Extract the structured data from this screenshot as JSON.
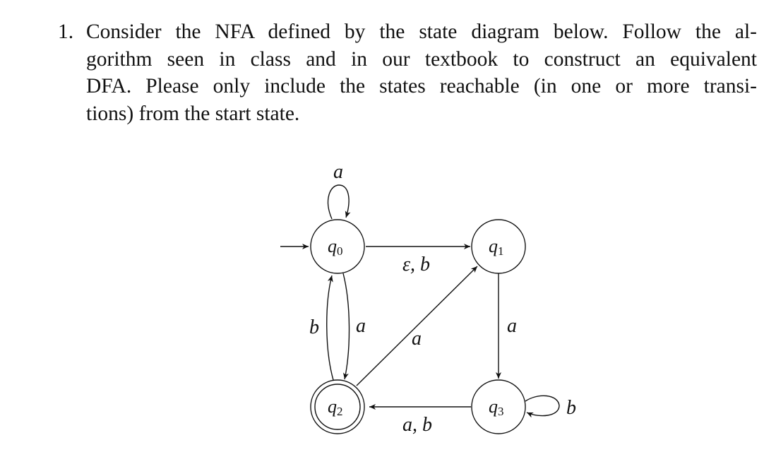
{
  "problem": {
    "number": "1.",
    "lines": [
      "Consider the NFA defined by the state diagram below. Follow the al-",
      "gorithm seen in class and in our textbook to construct an equivalent",
      "DFA. Please only include the states reachable (in one or more transi-",
      "tions) from the start state."
    ]
  },
  "diagram": {
    "states": [
      {
        "id": "q0",
        "base": "q",
        "sub": "0",
        "start": true,
        "accepting": false
      },
      {
        "id": "q1",
        "base": "q",
        "sub": "1",
        "start": false,
        "accepting": false
      },
      {
        "id": "q2",
        "base": "q",
        "sub": "2",
        "start": false,
        "accepting": true
      },
      {
        "id": "q3",
        "base": "q",
        "sub": "3",
        "start": false,
        "accepting": false
      }
    ],
    "transitions": [
      {
        "from": "q0",
        "to": "q0",
        "label": "a"
      },
      {
        "from": "q0",
        "to": "q1",
        "label": "ε, b"
      },
      {
        "from": "q0",
        "to": "q2",
        "label": "a"
      },
      {
        "from": "q2",
        "to": "q0",
        "label": "b"
      },
      {
        "from": "q2",
        "to": "q1",
        "label": "a"
      },
      {
        "from": "q1",
        "to": "q3",
        "label": "a"
      },
      {
        "from": "q3",
        "to": "q2",
        "label": "a, b"
      },
      {
        "from": "q3",
        "to": "q3",
        "label": "b"
      }
    ]
  }
}
